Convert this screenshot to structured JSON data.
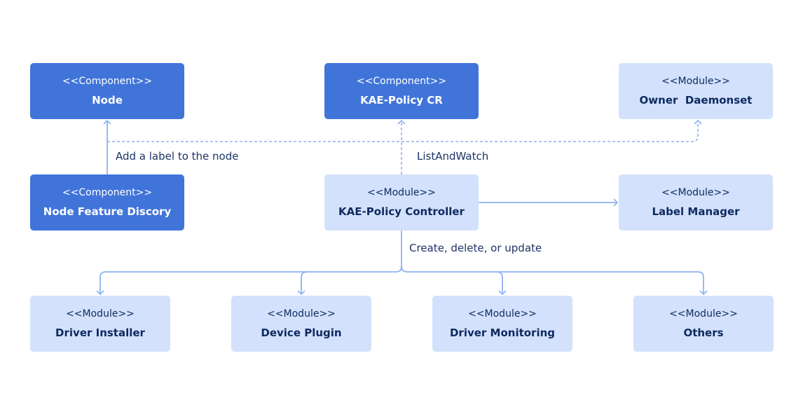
{
  "colors": {
    "component_fill": "#4074D9",
    "module_fill": "#D3E1FD",
    "module_text": "#0E2A5E",
    "connector": "#8DB2F2"
  },
  "nodes": {
    "node": {
      "stereotype": "<<Component>>",
      "name": "Node"
    },
    "kae_policy_cr": {
      "stereotype": "<<Component>>",
      "name": "KAE-Policy CR"
    },
    "owner_daemonset": {
      "stereotype": "<<Module>>",
      "name": "Owner  Daemonset"
    },
    "nfd": {
      "stereotype": "<<Component>>",
      "name": "Node Feature Discory"
    },
    "controller": {
      "stereotype": "<<Module>>",
      "name": "KAE-Policy Controller"
    },
    "label_manager": {
      "stereotype": "<<Module>>",
      "name": "Label Manager"
    },
    "driver_installer": {
      "stereotype": "<<Module>>",
      "name": "Driver Installer"
    },
    "device_plugin": {
      "stereotype": "<<Module>>",
      "name": "Device Plugin"
    },
    "driver_monitoring": {
      "stereotype": "<<Module>>",
      "name": "Driver Monitoring"
    },
    "others": {
      "stereotype": "<<Module>>",
      "name": "Others"
    }
  },
  "edge_labels": {
    "add_label": "Add a label to the node",
    "list_and_watch": "ListAndWatch",
    "create_delete_update": "Create, delete, or update"
  }
}
